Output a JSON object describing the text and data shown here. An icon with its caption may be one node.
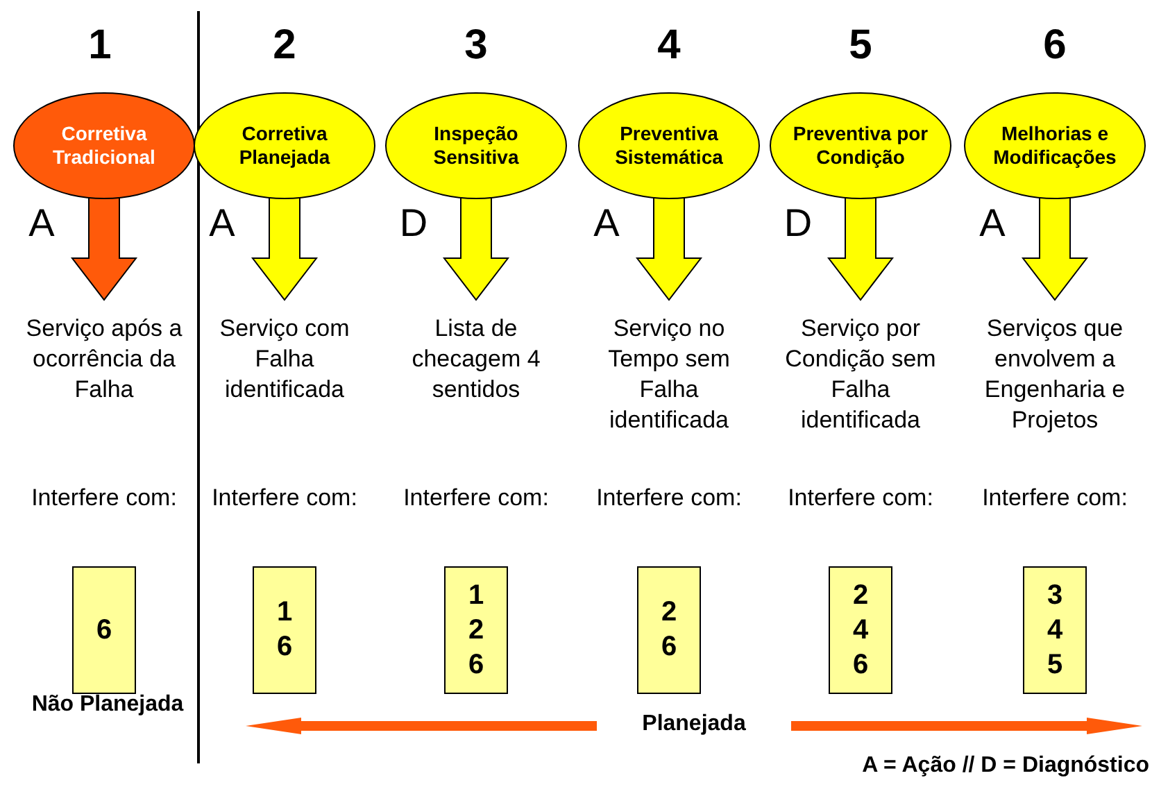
{
  "diagram": {
    "nodes": [
      {
        "text": [
          "Corretiva Tradicional"
        ]
      },
      {
        "text": [
          "Corretiva Planejada"
        ]
      },
      {
        "text": [
          "Inspeção Sensitiva"
        ]
      },
      {
        "text": [
          "Preventiva Sistemática"
        ]
      },
      {
        "text": [
          "Preventiva por Condição"
        ]
      },
      {
        "text": [
          "Melhorias e Modificações"
        ]
      },
      {
        "text": [
          "Serviço após a ocorrência da Falha"
        ]
      },
      {
        "text": [
          "Serviço com Falha identificada"
        ]
      },
      {
        "text": [
          "Lista de checagem 4 sentidos"
        ]
      },
      {
        "text": [
          "Serviço no Tempo sem Falha identificada"
        ]
      },
      {
        "text": [
          "Serviço por Condição sem Falha identificada"
        ]
      },
      {
        "text": [
          "Serviços que envolvem a Engenharia e Projetos"
        ]
      },
      {
        "text": [
          "6"
        ]
      },
      {
        "text": [
          "1 6"
        ]
      },
      {
        "text": [
          "1 2 6"
        ]
      },
      {
        "text": [
          "2 6"
        ]
      },
      {
        "text": [
          "2 4 6"
        ]
      },
      {
        "text": [
          "3 4 5"
        ]
      }
    ],
    "edges": [
      {
        "from": 0,
        "to": 6,
        "arrow": "to",
        "color": "#ff5a0a"
      },
      {
        "from": 1,
        "to": 7,
        "arrow": "to"
      },
      {
        "from": 2,
        "to": 8,
        "arrow": "to"
      },
      {
        "from": 3,
        "to": 9,
        "arrow": "to"
      },
      {
        "from": 4,
        "to": 10,
        "arrow": "to"
      },
      {
        "from": 5,
        "to": 11,
        "arrow": "to"
      }
    ],
    "labels": [
      "1",
      "2",
      "3",
      "4",
      "5",
      "6",
      "A",
      "A",
      "D",
      "A",
      "D",
      "A",
      "Interfere com:",
      "Interfere com:",
      "Interfere com:",
      "Interfere com:",
      "Interfere com:",
      "Interfere com:",
      "Não Planejada",
      "Planejada",
      "A = Ação // D = Diagnóstico"
    ]
  }
}
